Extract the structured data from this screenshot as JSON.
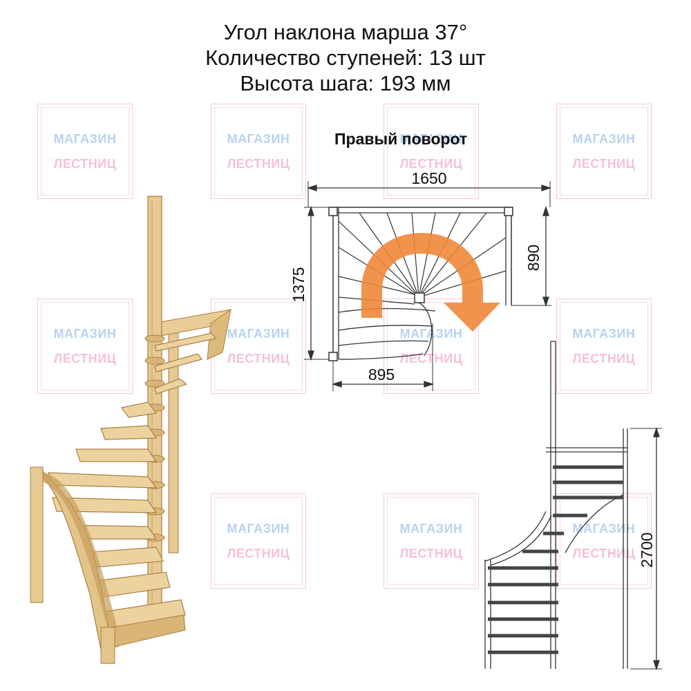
{
  "header": {
    "line1": "Угол наклона марша 37°",
    "line2": "Количество ступеней: 13 шт",
    "line3": "Высота шага: 193 мм"
  },
  "turn_label": "Правый поворот",
  "watermark": {
    "line1": "МАГАЗИН",
    "line2": "ЛЕСТНИЦ"
  },
  "plan": {
    "width": "1650",
    "height": "1375",
    "right_height": "890",
    "bottom_width": "895"
  },
  "elevation": {
    "height": "2700"
  },
  "colors": {
    "arrow": "#f0873a",
    "wood": "#e3c48a",
    "wood_dark": "#b98f4e",
    "line": "#333333"
  }
}
